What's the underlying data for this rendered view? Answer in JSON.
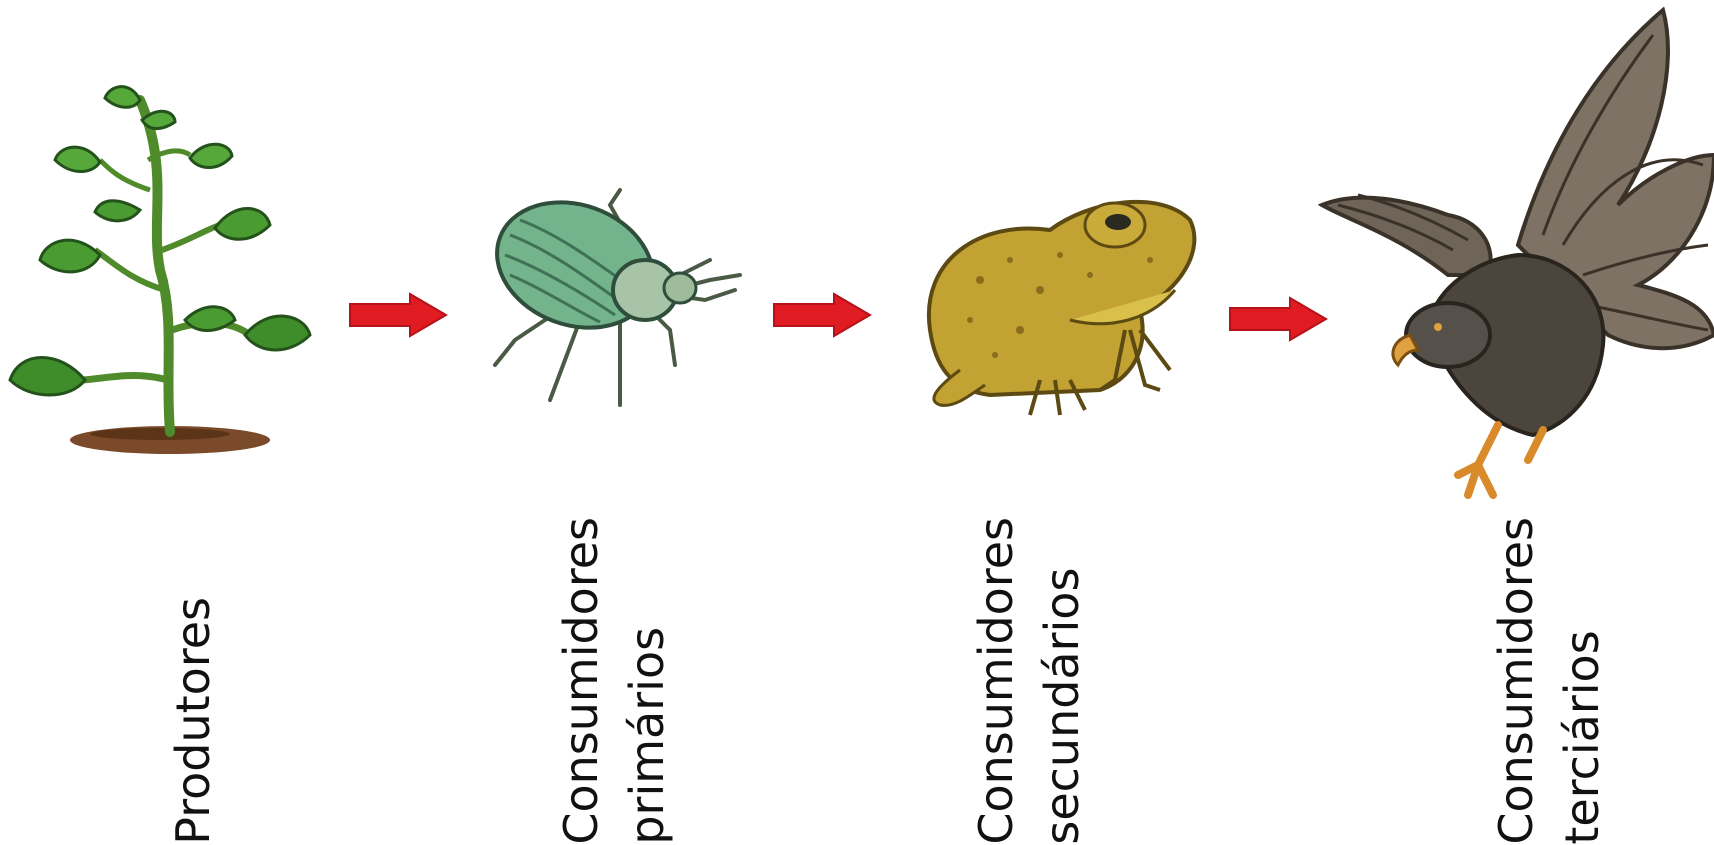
{
  "diagram": {
    "arrow_color": "#e01b22",
    "stages": [
      {
        "icon": "plant-icon",
        "label_lines": [
          "Produtores"
        ]
      },
      {
        "icon": "beetle-icon",
        "label_lines": [
          "Consumidores",
          "primários"
        ]
      },
      {
        "icon": "toad-icon",
        "label_lines": [
          "Consumidores",
          "secundários"
        ]
      },
      {
        "icon": "eagle-icon",
        "label_lines": [
          "Consumidores",
          "terciários"
        ]
      }
    ]
  }
}
